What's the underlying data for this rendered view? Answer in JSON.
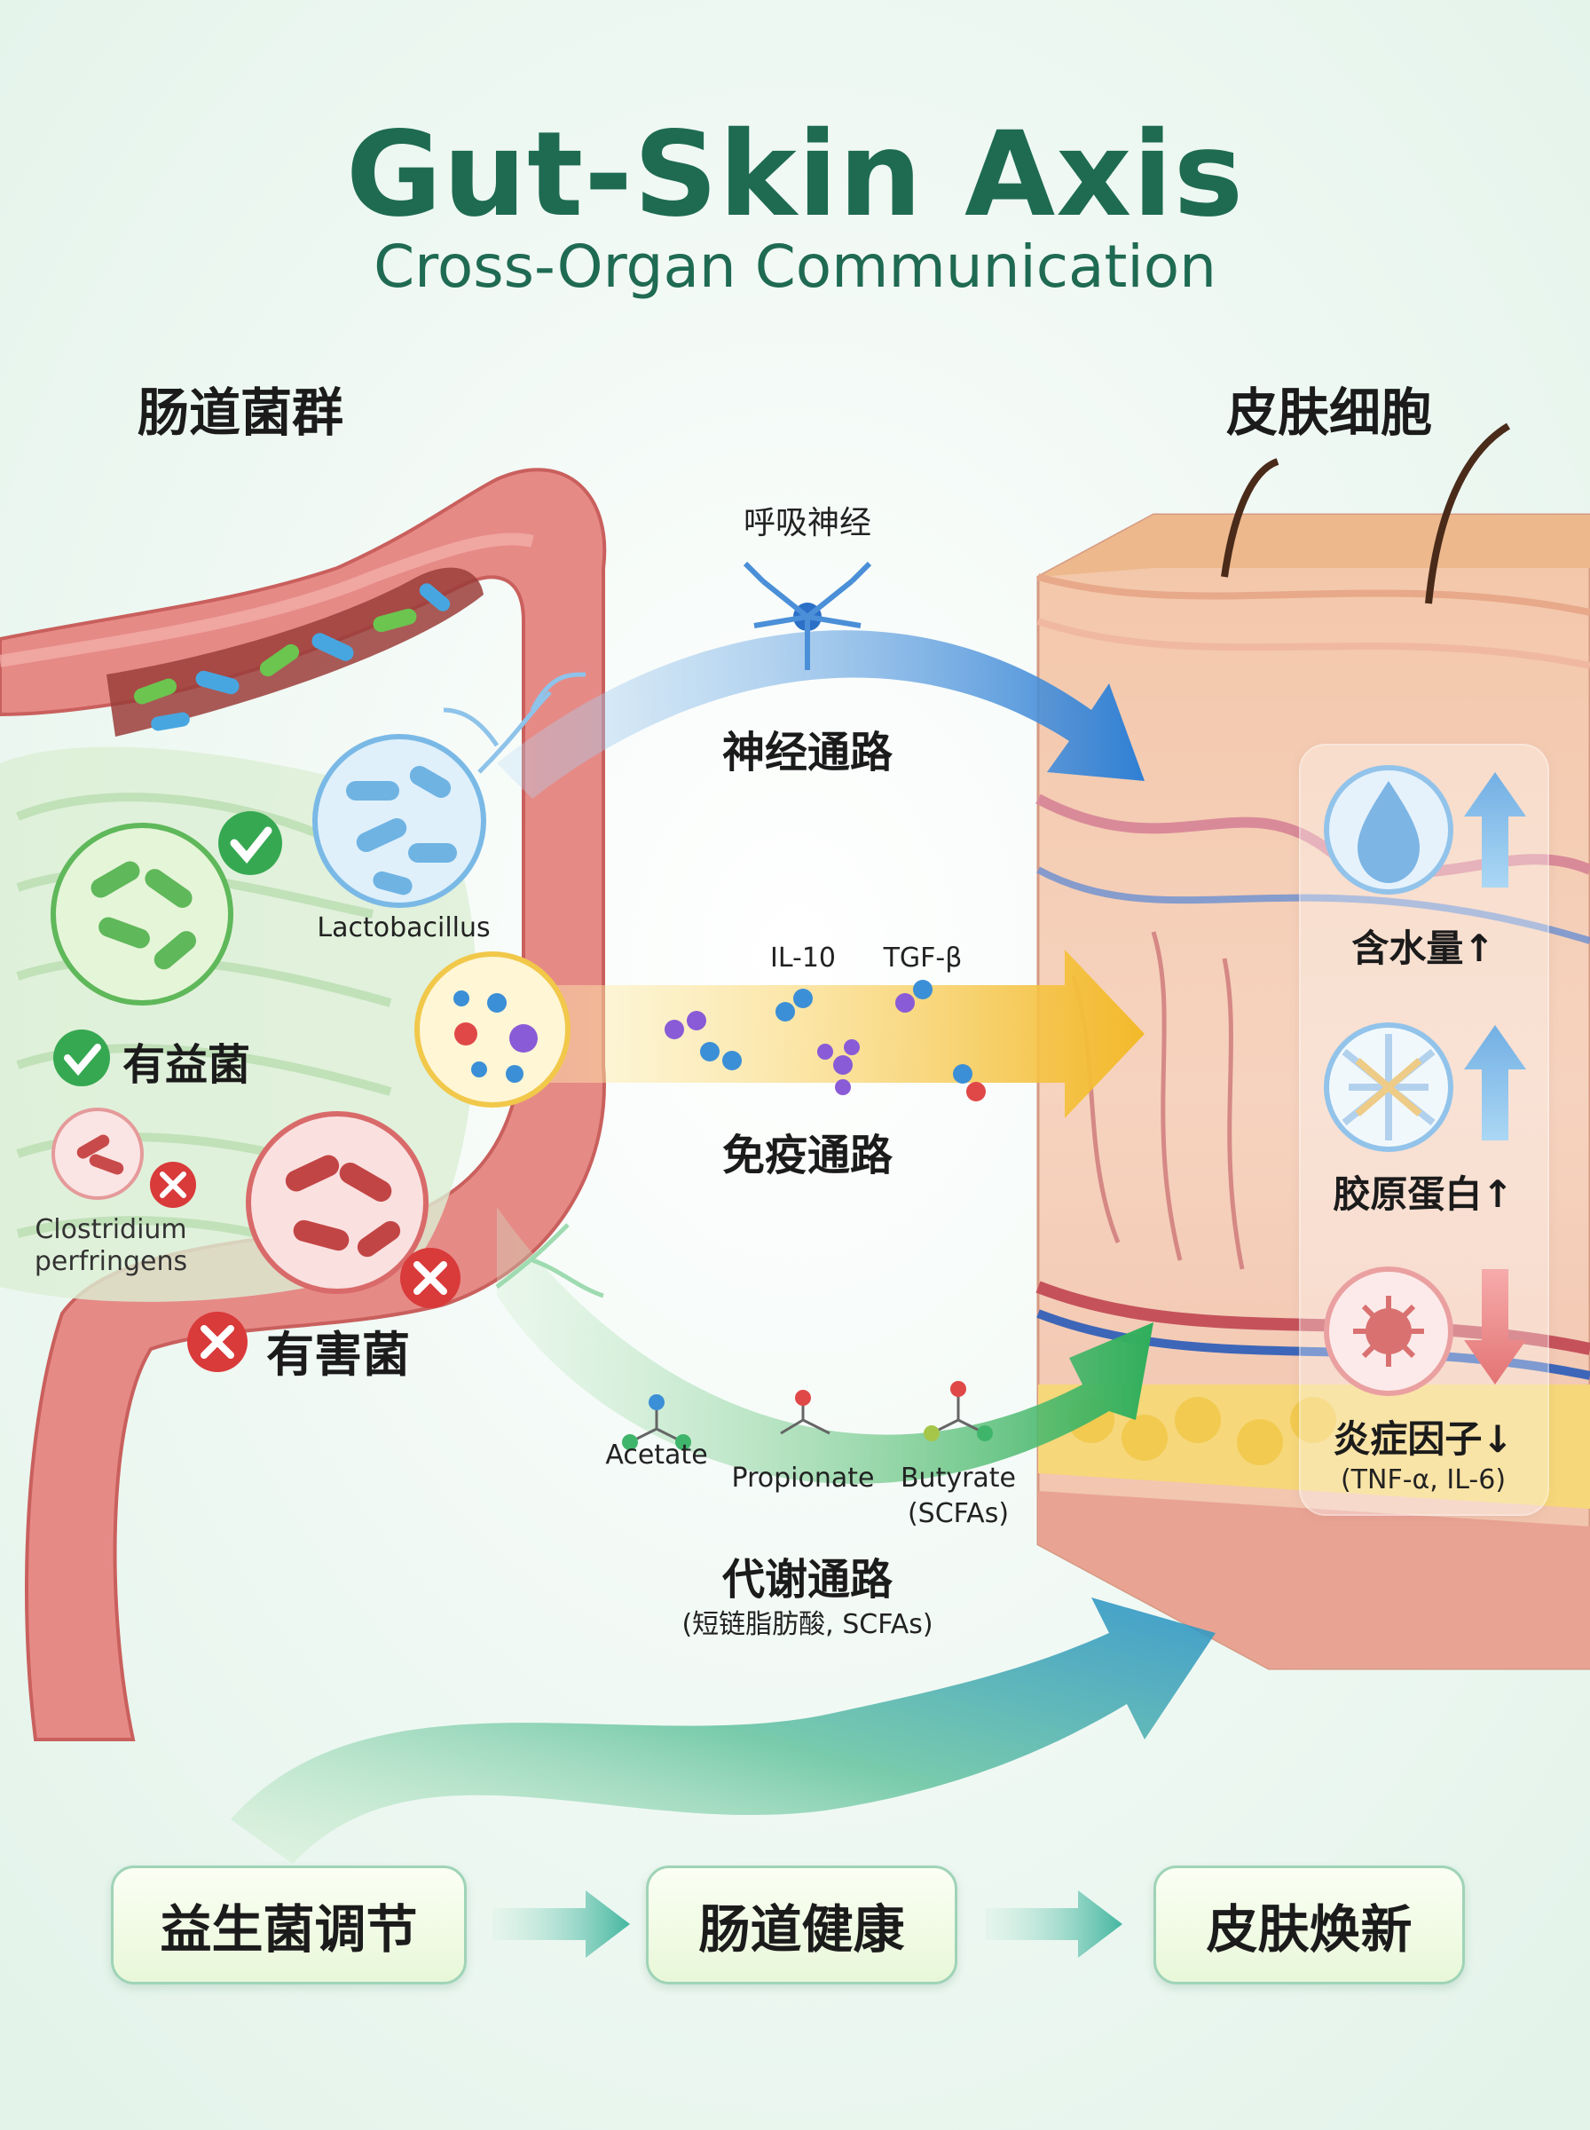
{
  "header": {
    "title": "Gut-Skin Axis",
    "subtitle": "Cross-Organ Communication"
  },
  "left": {
    "heading": "肠道菌群",
    "lactobacillus": "Lactobacillus",
    "beneficial": "有益菌",
    "clostridium_line1": "Clostridium",
    "clostridium_line2": "perfringens",
    "harmful": "有害菌"
  },
  "right": {
    "heading": "皮肤细胞",
    "moisture": "含水量↑",
    "collagen": "胶原蛋白↑",
    "inflammation": "炎症因子↓",
    "inflammation_note": "(TNF-α, IL-6)"
  },
  "pathways": {
    "nerve_top": "呼吸神经",
    "nerve": "神经通路",
    "il10": "IL-10",
    "tgf": "TGF-β",
    "immune": "免疫通路",
    "acetate": "Acetate",
    "propionate": "Propionate",
    "butyrate": "Butyrate",
    "scfas": "(SCFAs)",
    "metabolic": "代谢通路",
    "metabolic_note": "(短链脂肪酸, SCFAs)"
  },
  "flow": {
    "step1": "益生菌调节",
    "step2": "肠道健康",
    "step3": "皮肤焕新"
  },
  "colors": {
    "title_green": "#1e6b52",
    "nerve_blue": "#3a8fd9",
    "immune_yellow": "#f5c23a",
    "metabolic_green": "#3fb56b",
    "harmful_red": "#d93a3a",
    "good_green": "#36a852"
  }
}
